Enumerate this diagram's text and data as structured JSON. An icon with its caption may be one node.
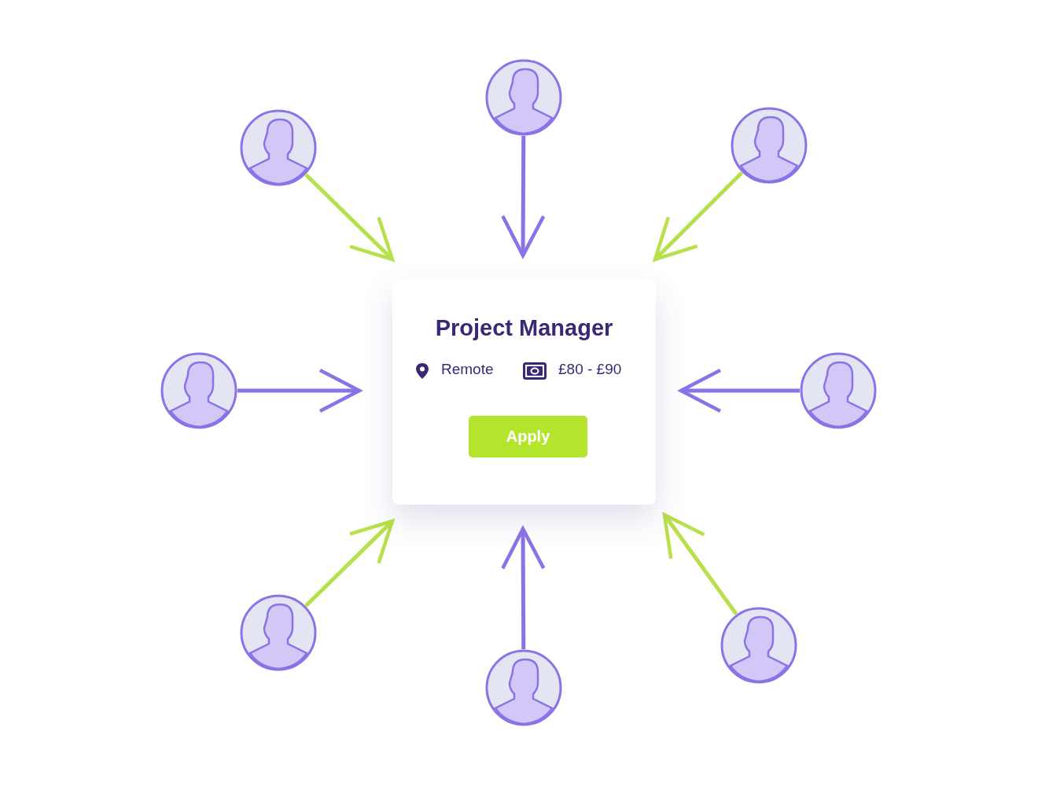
{
  "diagram": {
    "nodes": [
      {
        "text": [],
        "shape": "person"
      },
      {
        "text": [],
        "shape": "person"
      },
      {
        "text": [],
        "shape": "person"
      },
      {
        "text": [],
        "shape": "person"
      },
      {
        "text": [
          "Project Manager",
          "Remote",
          "£80 - £90",
          "Apply"
        ]
      },
      {
        "text": [],
        "shape": "person"
      },
      {
        "text": [],
        "shape": "person"
      },
      {
        "text": [],
        "shape": "person"
      },
      {
        "text": [],
        "shape": "person"
      }
    ],
    "edges": [
      {
        "from": 0,
        "to": 4,
        "arrow": "to",
        "color": "#b8e04a"
      },
      {
        "from": 1,
        "to": 4,
        "arrow": "to",
        "color": "#8a73e6"
      },
      {
        "from": 2,
        "to": 4,
        "arrow": "to",
        "color": "#b8e04a"
      },
      {
        "from": 3,
        "to": 4,
        "arrow": "to",
        "color": "#8a73e6"
      },
      {
        "from": 5,
        "to": 4,
        "arrow": "to",
        "color": "#8a73e6"
      },
      {
        "from": 6,
        "to": 4,
        "arrow": "to",
        "color": "#b8e04a"
      },
      {
        "from": 7,
        "to": 4,
        "arrow": "to",
        "color": "#8a73e6"
      },
      {
        "from": 8,
        "to": 4,
        "arrow": "to",
        "color": "#b8e04a"
      }
    ]
  }
}
